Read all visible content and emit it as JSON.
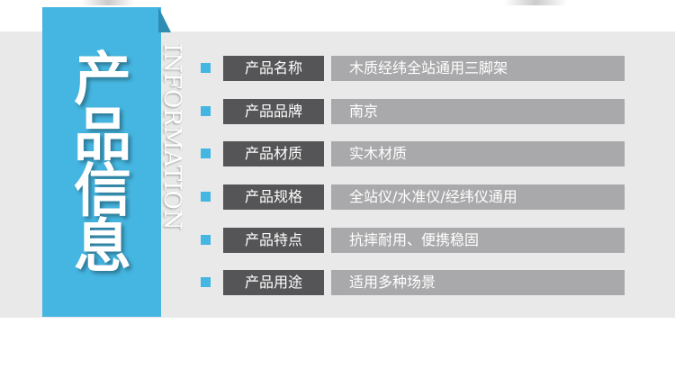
{
  "title": {
    "cn": "产品信息",
    "en": "INFORMATION"
  },
  "rows": [
    {
      "label": "产品名称",
      "value": "木质经纬全站通用三脚架"
    },
    {
      "label": "产品品牌",
      "value": "南京"
    },
    {
      "label": "产品材质",
      "value": "实木材质"
    },
    {
      "label": "产品规格",
      "value": "全站仪/水准仪/经纬仪通用"
    },
    {
      "label": "产品特点",
      "value": "抗摔耐用、便携稳固"
    },
    {
      "label": "产品用途",
      "value": "适用多种场景"
    }
  ],
  "colors": {
    "accent": "#45b6e1",
    "label_bg": "#555557",
    "value_bg": "#a9a9ab",
    "band_bg": "#e9e9ea"
  }
}
